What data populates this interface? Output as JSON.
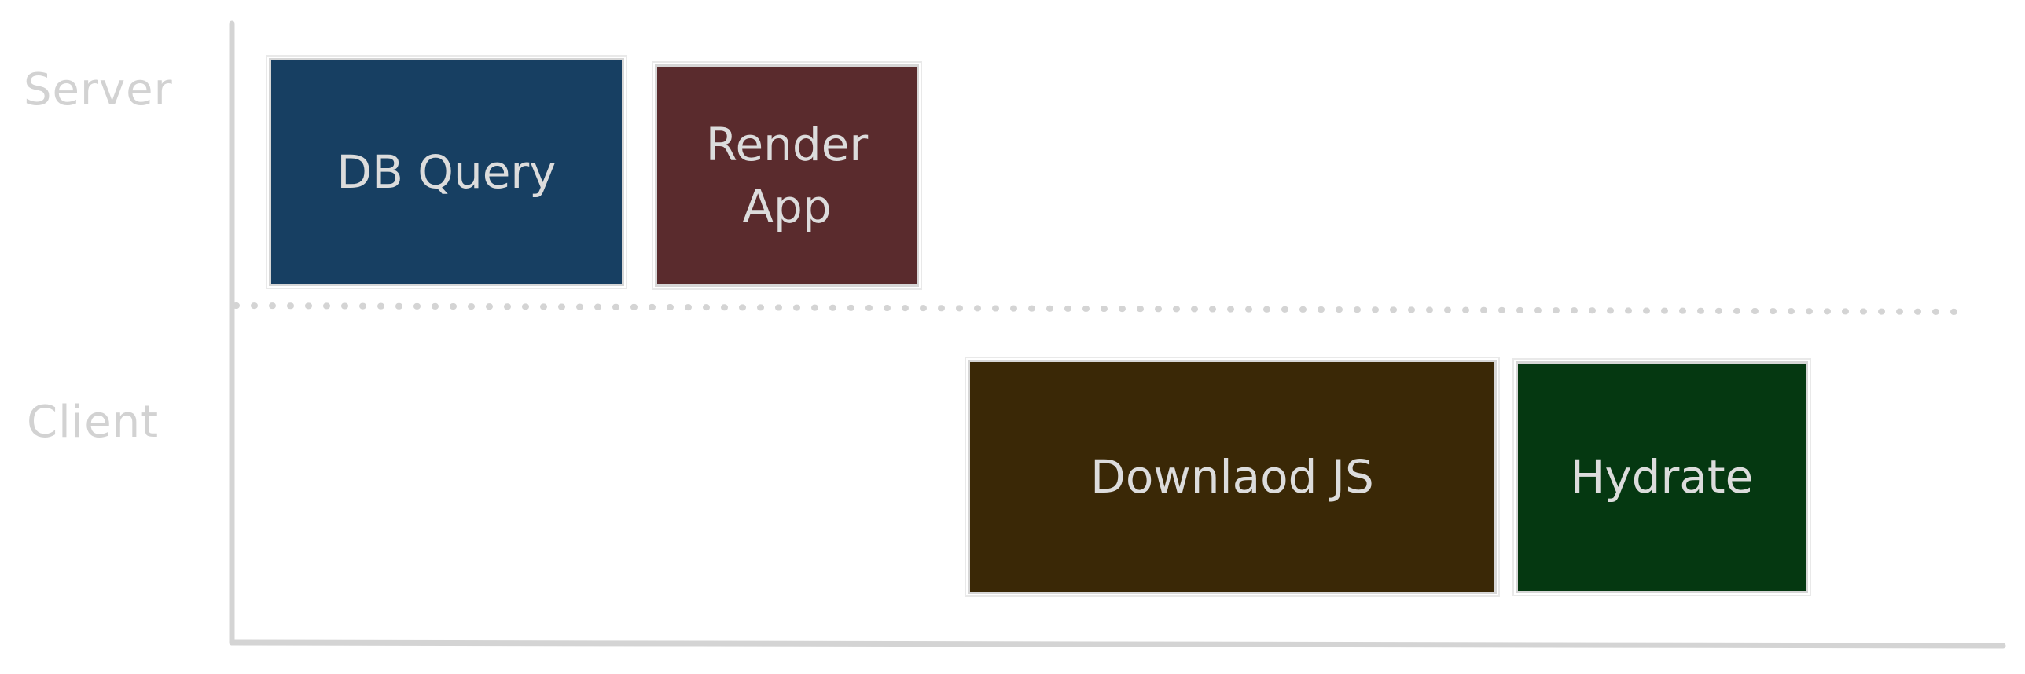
{
  "lanes": {
    "server_label": "Server",
    "client_label": "Client"
  },
  "blocks": {
    "db_query": {
      "label": "DB Query",
      "color": "#173f62"
    },
    "render_app": {
      "label": "Render\nApp",
      "color": "#5a2b2d"
    },
    "download_js": {
      "label": "Downlaod JS",
      "color": "#3a2806"
    },
    "hydrate": {
      "label": "Hydrate",
      "color": "#053811"
    }
  },
  "colors": {
    "axis": "#d4d4d4",
    "divider": "#d4d4d4",
    "label_text": "#d2d2d2",
    "block_text": "#dcdcdc"
  }
}
